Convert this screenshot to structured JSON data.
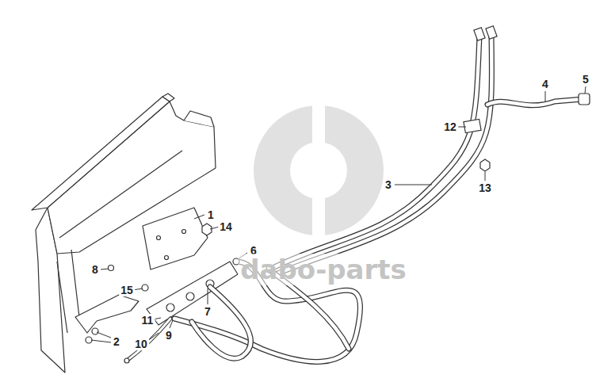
{
  "diagram": {
    "labels": [
      "1",
      "14",
      "8",
      "15",
      "2",
      "11",
      "7",
      "9",
      "10",
      "6",
      "12",
      "3",
      "4",
      "5",
      "13",
      "dabo-parts"
    ]
  }
}
